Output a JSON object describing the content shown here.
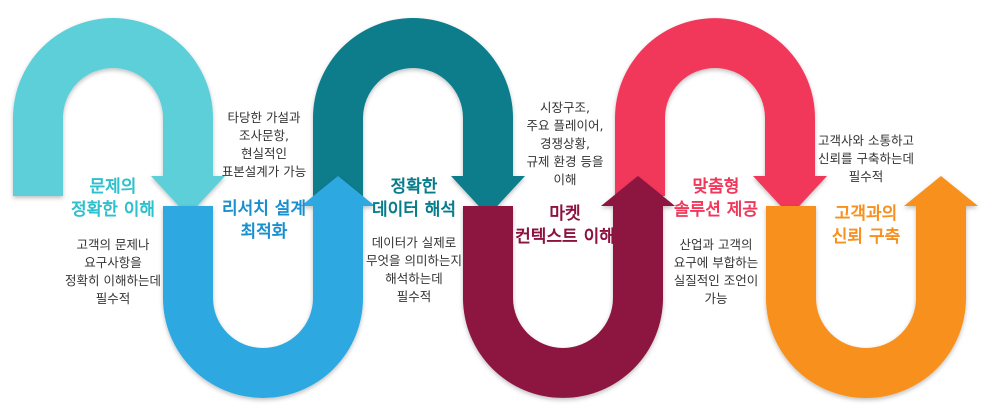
{
  "steps": [
    {
      "title": "문제의\n정확한 이해",
      "desc": "고객의 문제나\n요구사항을\n정확히 이해하는데\n필수적",
      "color": "#5ccfd9",
      "icon": "target-icon"
    },
    {
      "title": "리서치 설계\n최적화",
      "desc": "타당한 가설과\n조사문항,\n현실적인\n표본설계가 가능",
      "color": "#2ea8e0",
      "icon": "gear-icon"
    },
    {
      "title": "정확한\n데이터 해석",
      "desc": "데이터가 실제로\n무엇을 의미하는지\n해석하는데\n필수적",
      "color": "#077d8c",
      "icon": "pie-chart-icon"
    },
    {
      "title": "마켓\n컨텍스트 이해",
      "desc": "시장구조,\n주요 플레이어,\n경쟁상황,\n규제 환경 등을\n이해",
      "color": "#8c1240",
      "icon": "person-icon"
    },
    {
      "title": "맞춤형\n솔루션 제공",
      "desc": "산업과 고객의\n요구에 부합하는\n실질적인 조언이\n가능",
      "color": "#f2385a",
      "icon": "briefcase-icon"
    },
    {
      "title": "고객과의\n신뢰 구축",
      "desc": "고객사와 소통하고\n신뢰를 구축하는데\n필수적",
      "color": "#f7901e",
      "icon": "handshake-icon"
    }
  ]
}
